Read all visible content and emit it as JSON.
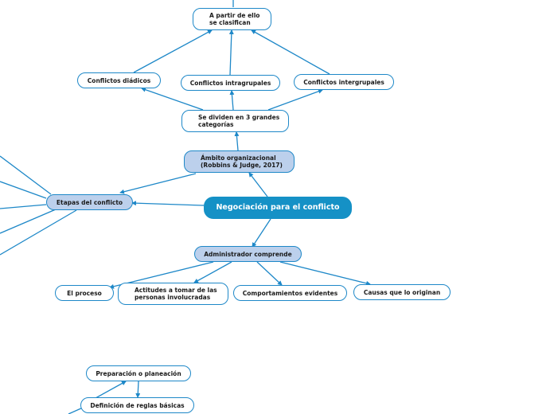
{
  "colors": {
    "line": "#1e88c8",
    "main_fill": "#1591c6",
    "sub_fill": "#bcd0ec",
    "node_fill": "#ffffff"
  },
  "nodes": {
    "root": "Negociación para el conflicto",
    "ambito": "Ámbito organizacional\n(Robbins & Judge, 2017)",
    "dividen": "Se dividen en 3 grandes\ncategorías",
    "clasifican": "A partir de ello\nse clasifican",
    "diadicos": "Conflictos diádicos",
    "intragrupales": "Conflictos intragrupales",
    "intergrupales": "Conflictos intergrupales",
    "etapas": "Etapas del conflicto",
    "administrador": "Administrador comprende",
    "proceso": "El proceso",
    "actitudes": "Actitudes a tomar de las\npersonas involucradas",
    "comportamientos": "Comportamientos evidentes",
    "causas": "Causas que lo originan",
    "preparacion": "Preparación o planeación",
    "definicion": "Definición de reglas básicas"
  }
}
